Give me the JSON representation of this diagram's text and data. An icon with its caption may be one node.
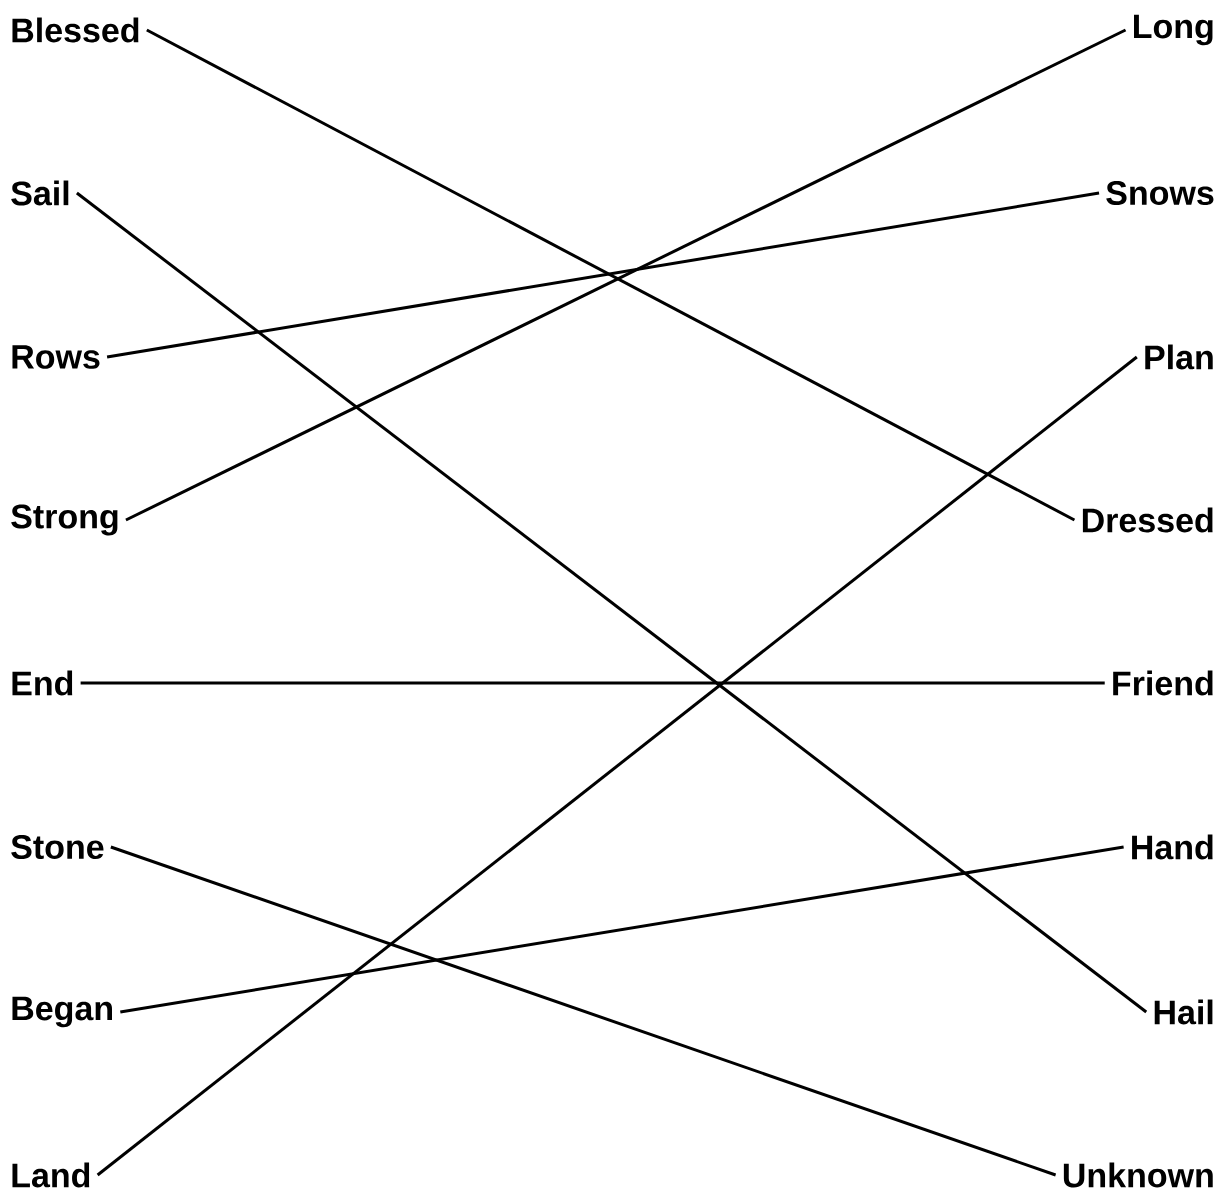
{
  "diagram": {
    "nodes": [
      {
        "text": [
          "Blessed"
        ]
      },
      {
        "text": [
          "Sail"
        ]
      },
      {
        "text": [
          "Rows"
        ]
      },
      {
        "text": [
          "Strong"
        ]
      },
      {
        "text": [
          "End"
        ]
      },
      {
        "text": [
          "Stone"
        ]
      },
      {
        "text": [
          "Began"
        ]
      },
      {
        "text": [
          "Land"
        ]
      },
      {
        "text": [
          "Long"
        ]
      },
      {
        "text": [
          "Snows"
        ]
      },
      {
        "text": [
          "Plan"
        ]
      },
      {
        "text": [
          "Dressed"
        ]
      },
      {
        "text": [
          "Friend"
        ]
      },
      {
        "text": [
          "Hand"
        ]
      },
      {
        "text": [
          "Hail"
        ]
      },
      {
        "text": [
          "Unknown"
        ]
      }
    ],
    "edges": [
      {
        "from": 0,
        "to": 11,
        "arrow": "none"
      },
      {
        "from": 1,
        "to": 14,
        "arrow": "none"
      },
      {
        "from": 2,
        "to": 9,
        "arrow": "none"
      },
      {
        "from": 3,
        "to": 8,
        "arrow": "none"
      },
      {
        "from": 4,
        "to": 12,
        "arrow": "none"
      },
      {
        "from": 5,
        "to": 15,
        "arrow": "none"
      },
      {
        "from": 6,
        "to": 13,
        "arrow": "none"
      },
      {
        "from": 7,
        "to": 10,
        "arrow": "none"
      }
    ]
  }
}
